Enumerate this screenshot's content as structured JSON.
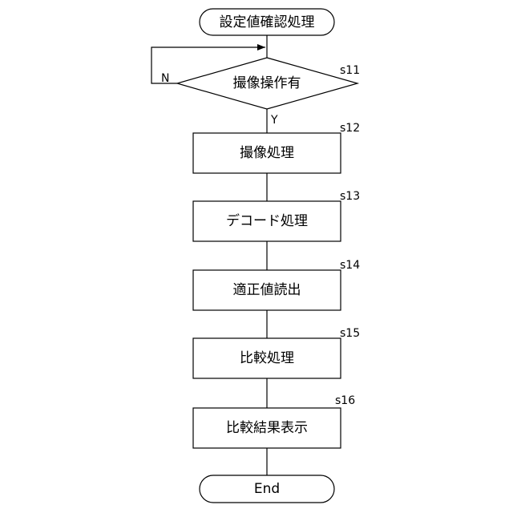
{
  "diagram": {
    "start": {
      "label": "設定値確認処理"
    },
    "decision": {
      "label": "撮像操作有",
      "step": "s11",
      "no_label": "N",
      "yes_label": "Y"
    },
    "steps": [
      {
        "step": "s12",
        "label": "撮像処理"
      },
      {
        "step": "s13",
        "label": "デコード処理"
      },
      {
        "step": "s14",
        "label": "適正値読出"
      },
      {
        "step": "s15",
        "label": "比較処理"
      },
      {
        "step": "s16",
        "label": "比較結果表示"
      }
    ],
    "end": {
      "label": "End"
    }
  }
}
